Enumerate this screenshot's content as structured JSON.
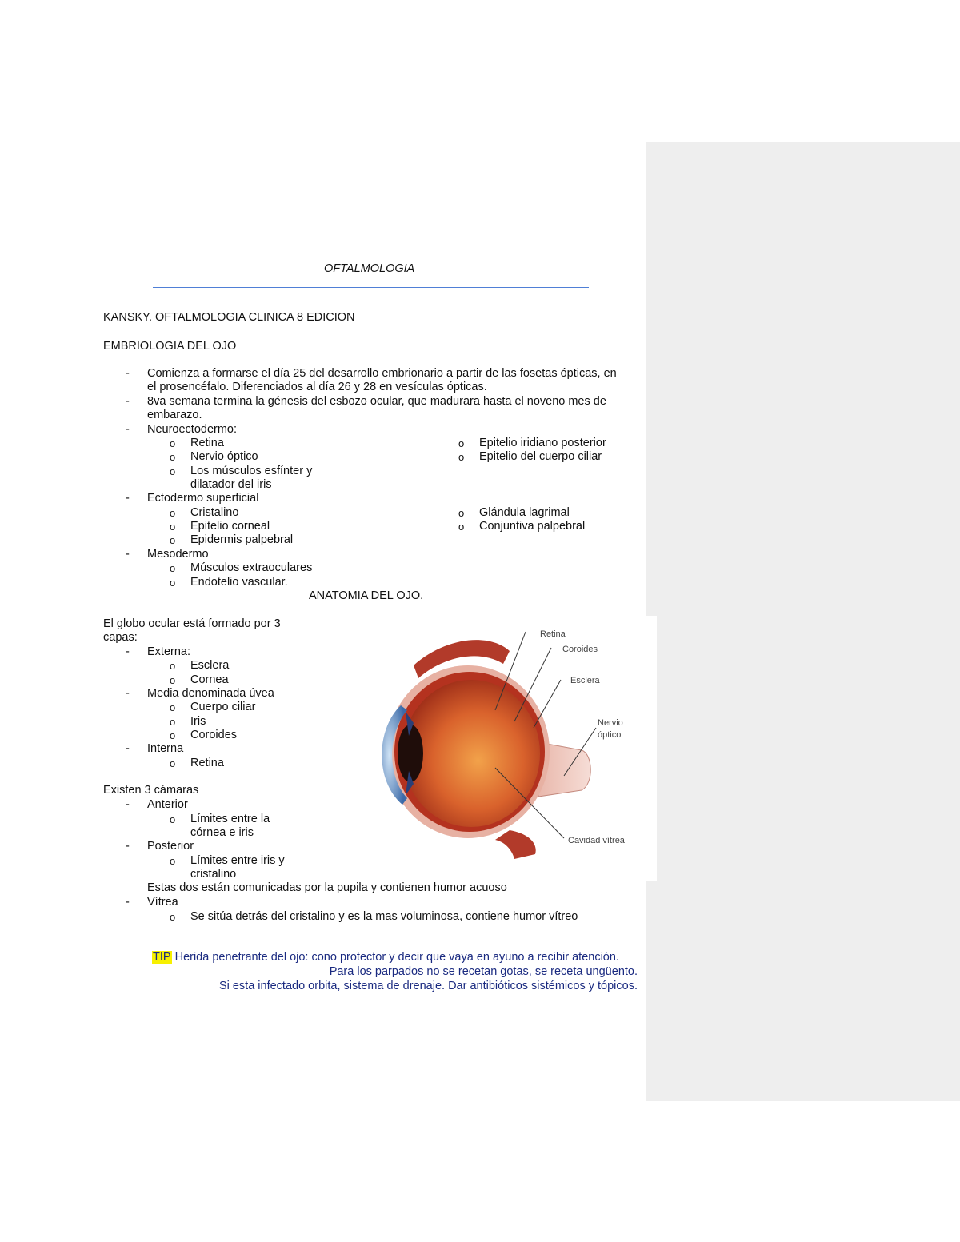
{
  "doc": {
    "title": "OFTALMOLOGIA",
    "reference": "KANSKY. OFTALMOLOGIA CLINICA 8 EDICION",
    "embryology_heading": "EMBRIOLOGIA DEL OJO",
    "dash": "-",
    "bullet": "o",
    "emb_items": [
      "Comienza a formarse el día 25 del desarrollo embrionario a partir de las fosetas ópticas, en",
      "el prosencéfalo. Diferenciados al día 26 y 28 en vesículas ópticas.",
      "8va semana termina la génesis del esbozo ocular, que madurara hasta el noveno mes de",
      "embarazo."
    ],
    "neuro": {
      "label": "Neuroectodermo:",
      "left": [
        "Retina",
        "Nervio óptico",
        "Los músculos esfínter y",
        "dilatador del iris"
      ],
      "right": [
        "Epitelio iridiano posterior",
        "Epitelio del cuerpo ciliar"
      ]
    },
    "ecto": {
      "label": "Ectodermo superficial",
      "left": [
        "Cristalino",
        "Epitelio corneal",
        "Epidermis palpebral"
      ],
      "right": [
        "Glándula lagrimal",
        "Conjuntiva palpebral"
      ]
    },
    "meso": {
      "label": "Mesodermo",
      "items": [
        "Músculos extraoculares",
        "Endotelio vascular."
      ]
    },
    "anatomy_heading": "ANATOMIA DEL OJO.",
    "layers_intro": [
      "El globo ocular está formado por 3",
      "capas:"
    ],
    "external": {
      "label": "Externa:",
      "items": [
        "Esclera",
        "Cornea"
      ]
    },
    "middle": {
      "label": "Media denominada úvea",
      "items": [
        "Cuerpo ciliar",
        "Iris",
        "Coroides"
      ]
    },
    "internal": {
      "label": "Interna",
      "items": [
        "Retina"
      ]
    },
    "chambers_intro": "Existen 3 cámaras",
    "anterior": {
      "label": "Anterior",
      "items": [
        "Límites entre la",
        "córnea e iris"
      ]
    },
    "posterior": {
      "label": "Posterior",
      "items": [
        "Límites entre iris y",
        "cristalino"
      ]
    },
    "communicated": "Estas dos están comunicadas por la pupila y contienen humor acuoso",
    "vitrea": {
      "label": "Vítrea",
      "items": [
        "Se sitúa detrás del cristalino y es la mas voluminosa, contiene humor vítreo"
      ]
    },
    "tip": {
      "marker": "TIP",
      "lines": [
        "Herida penetrante del ojo: cono protector y decir que vaya en ayuno a recibir atención.",
        "Para los parpados no se recetan gotas, se receta ungüento.",
        "Si esta infectado orbita, sistema de drenaje. Dar antibióticos sistémicos y tópicos."
      ]
    }
  },
  "figure": {
    "labels": {
      "retina": "Retina",
      "coroides": "Coroides",
      "esclera": "Esclera",
      "nervio": "Nervio",
      "optico": "óptico",
      "vitrea": "Cavidad vítrea"
    }
  },
  "colors": {
    "rule": "#4f7fd6",
    "tip_text": "#1a2a80",
    "highlight": "#f7f000",
    "margin_panel": "#eeeeee"
  }
}
